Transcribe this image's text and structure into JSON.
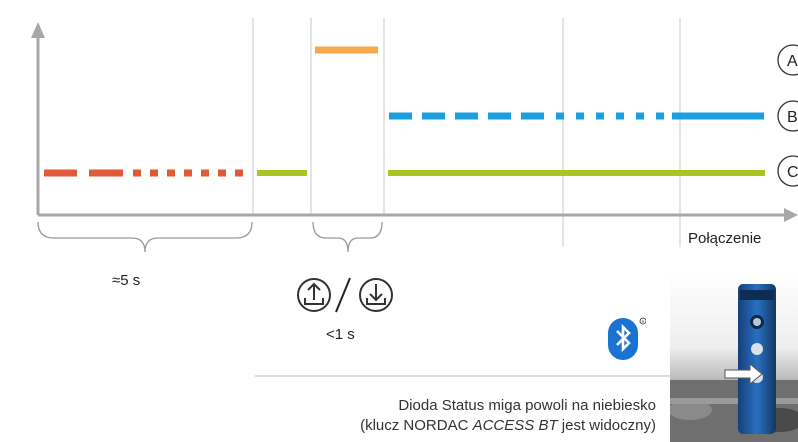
{
  "diagram": {
    "labels": {
      "duration_long": "≈5 s",
      "duration_short": "<1 s",
      "connection": "Połączenie"
    },
    "state_markers": [
      "A",
      "B",
      "C"
    ],
    "description": {
      "line1": "Dioda Status miga powoli na niebiesko",
      "line2_prefix": "(klucz NORDAC ",
      "line2_product": "ACCESS BT",
      "line2_suffix": " jest widoczny)"
    },
    "icons": [
      "upload-icon",
      "download-icon",
      "bluetooth-icon",
      "registered-mark-icon"
    ],
    "colors": {
      "red": "#e05a3a",
      "green": "#a9c524",
      "orange": "#f5a94a",
      "blue": "#1aa0e0",
      "axis": "#a8a8a8",
      "grid": "#c8c8c8"
    },
    "photo": "NORDAC ACCESS BT device plugged into drive"
  }
}
